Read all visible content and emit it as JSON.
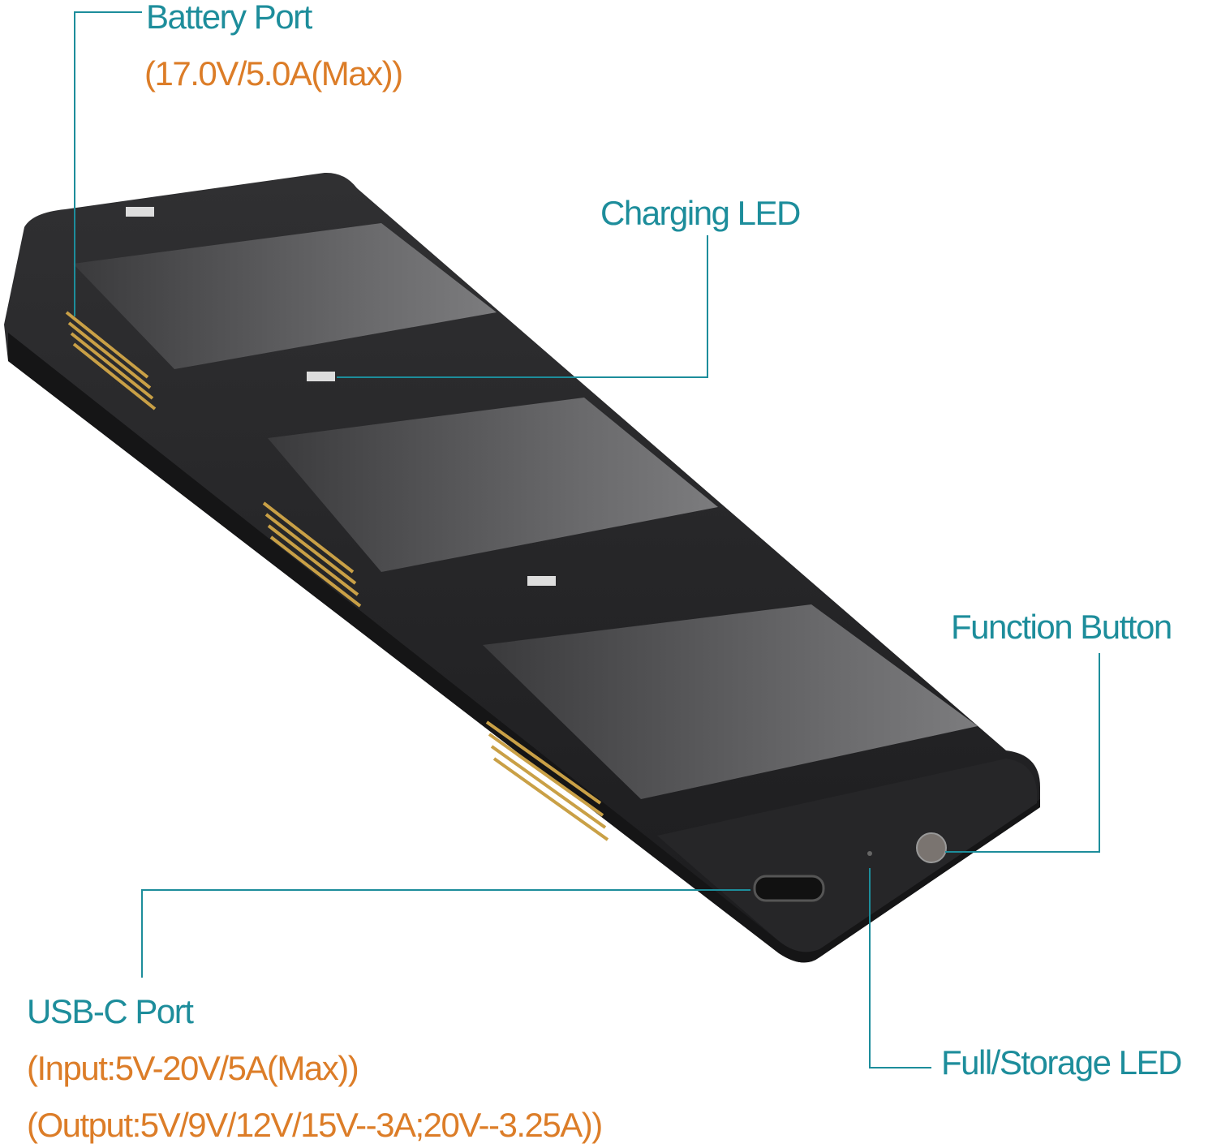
{
  "colors": {
    "label": "#1d8d9b",
    "spec": "#dc7d28",
    "body": "#2a2a2c",
    "plate": "#5e5e60",
    "pins": "#c9a046"
  },
  "callouts": {
    "battery_port": {
      "title": "Battery Port",
      "spec": "(17.0V/5.0A(Max))"
    },
    "charging_led": {
      "title": "Charging LED"
    },
    "function_button": {
      "title": "Function Button"
    },
    "usb_c_port": {
      "title": "USB-C Port",
      "input": "(Input:5V-20V/5A(Max))",
      "output": "(Output:5V/9V/12V/15V--3A;20V--3.25A))"
    },
    "full_storage_led": {
      "title": "Full/Storage LED"
    }
  }
}
